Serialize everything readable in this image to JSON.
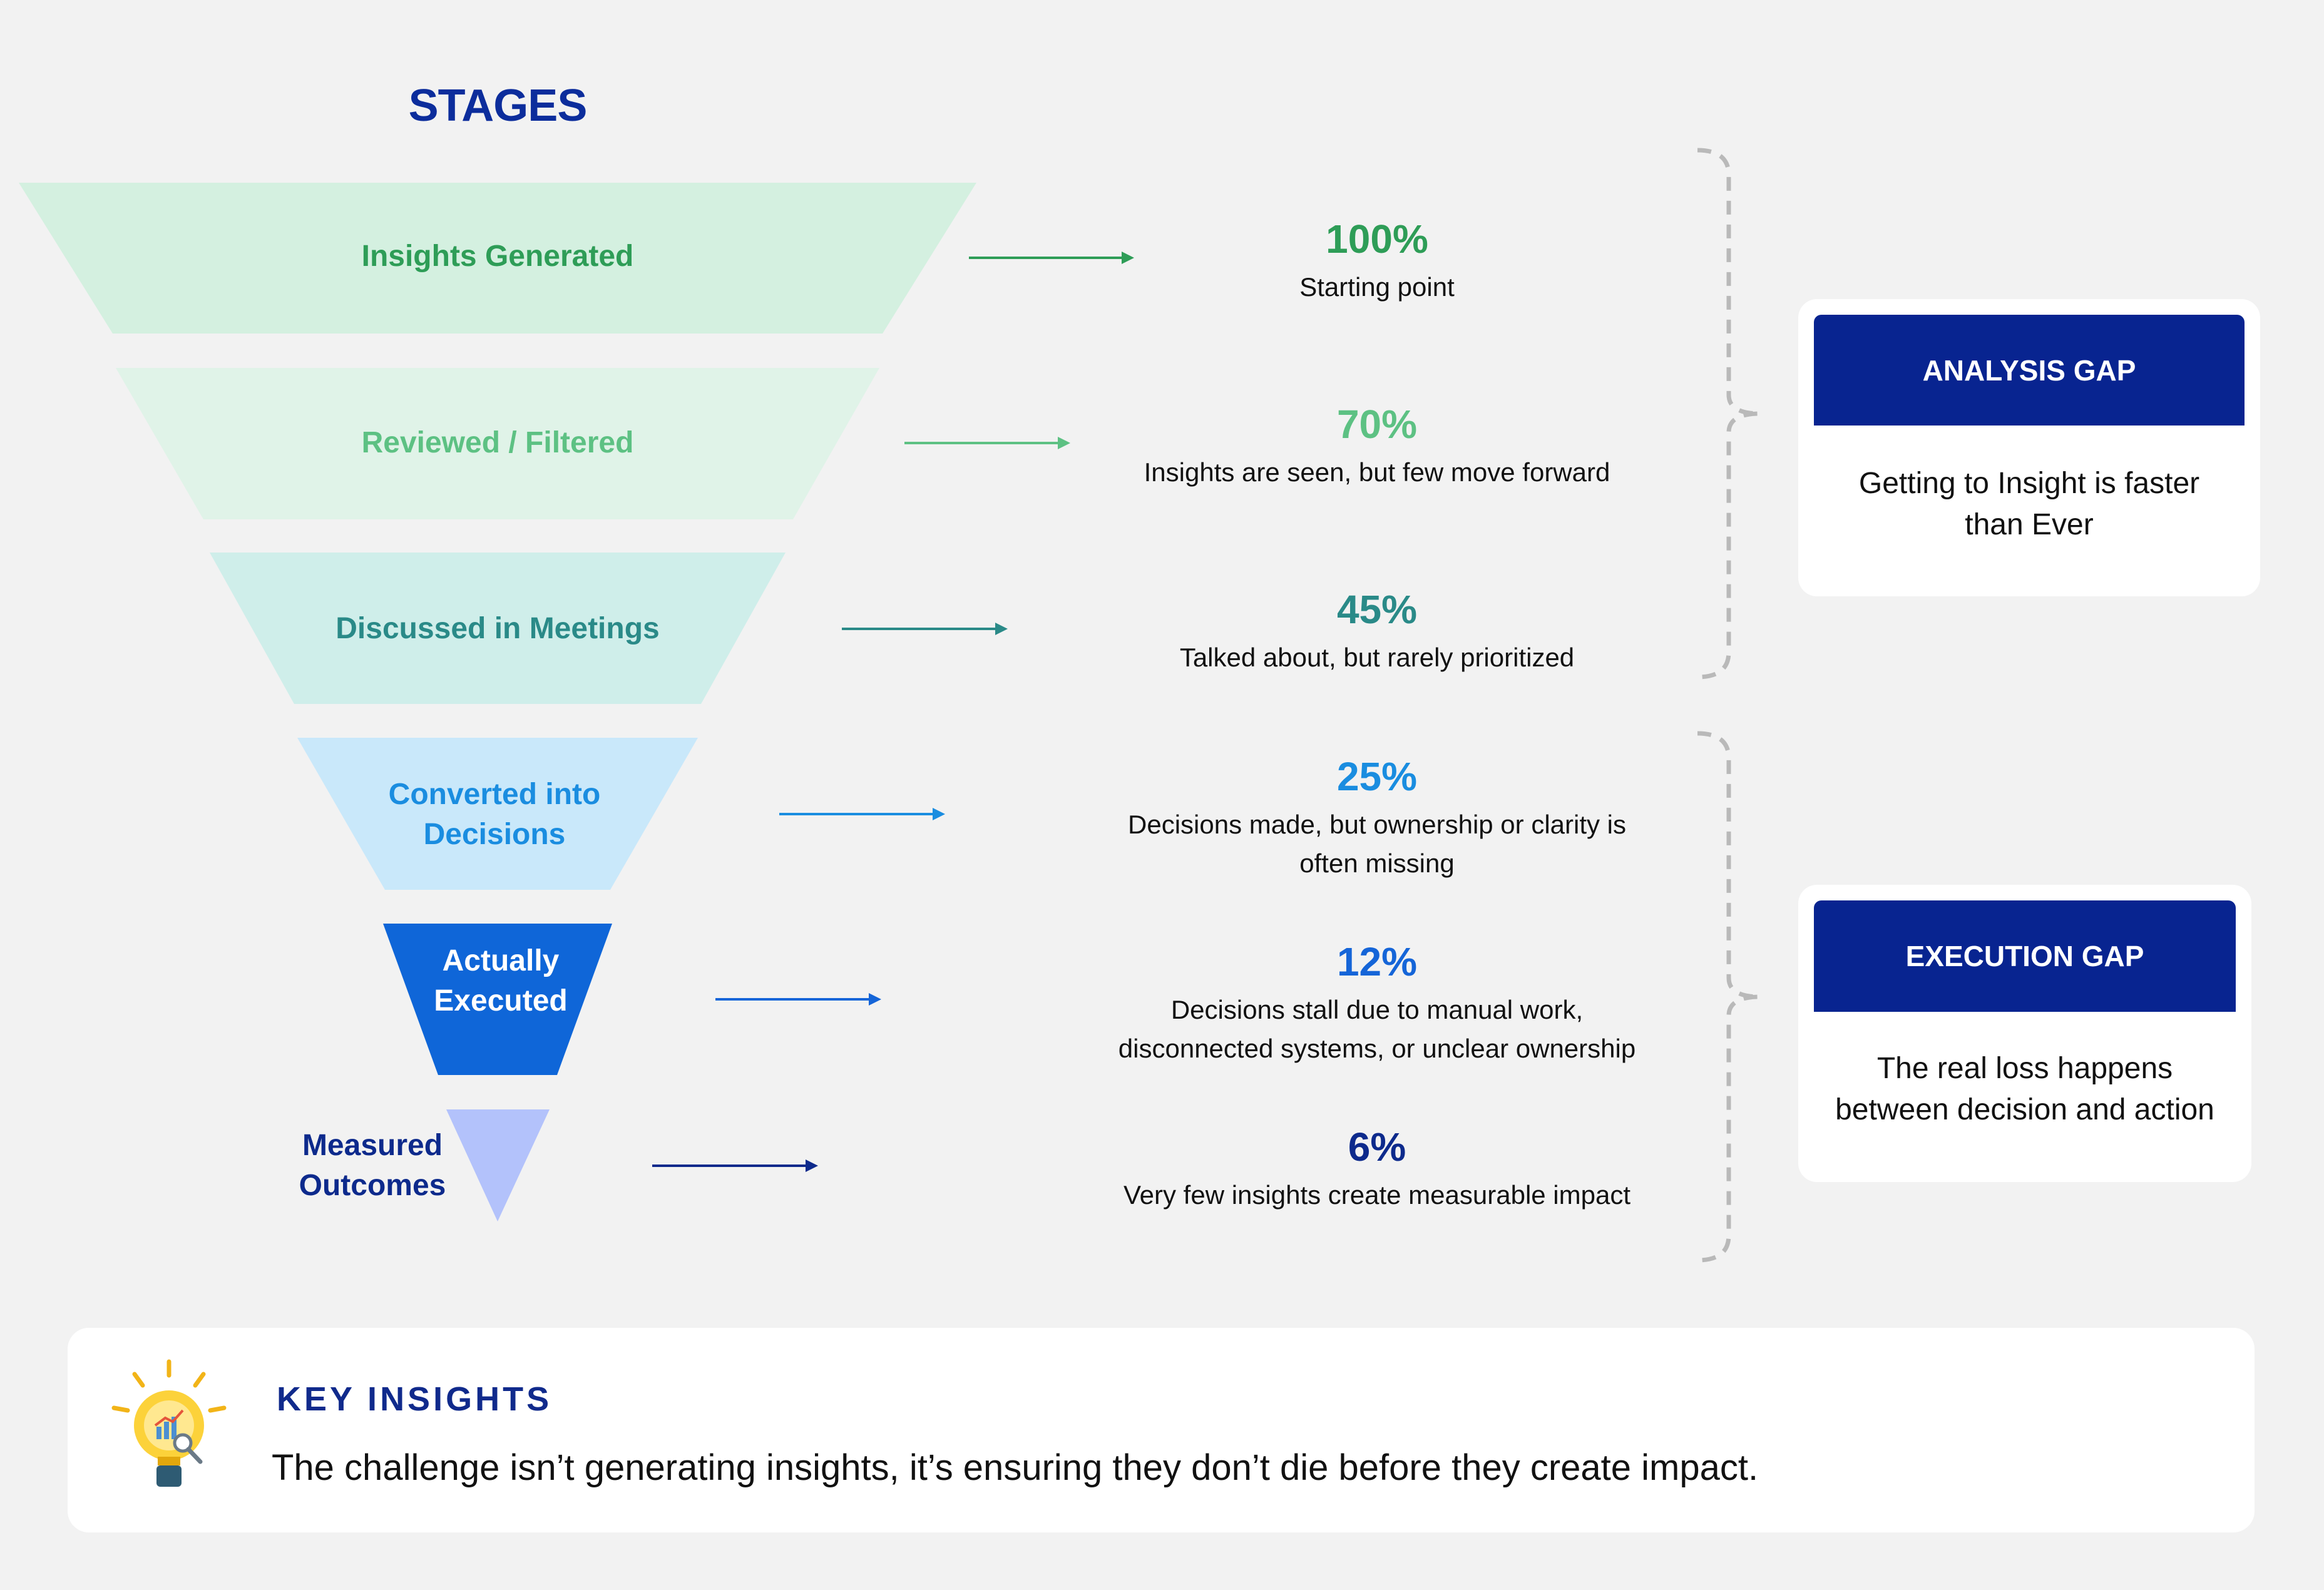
{
  "title": "STAGES",
  "stages": [
    {
      "label_lines": [
        "Insights Generated"
      ],
      "percent": "100%",
      "desc_lines": [
        "Starting point"
      ],
      "color": "#2e9d57",
      "fill": "#d4f0e0"
    },
    {
      "label_lines": [
        "Reviewed / Filtered"
      ],
      "percent": "70%",
      "desc_lines": [
        "Insights are seen, but few move forward"
      ],
      "color": "#5dc183",
      "fill": "#e0f3e8"
    },
    {
      "label_lines": [
        "Discussed in Meetings"
      ],
      "percent": "45%",
      "desc_lines": [
        "Talked about, but rarely prioritized"
      ],
      "color": "#2a8a88",
      "fill": "#cfeeea"
    },
    {
      "label_lines": [
        "Converted into",
        "Decisions"
      ],
      "percent": "25%",
      "desc_lines": [
        "Decisions made, but ownership or clarity is",
        "often missing"
      ],
      "color": "#1a8de0",
      "fill": "#c9e8fa"
    },
    {
      "label_lines": [
        "Actually",
        "Executed"
      ],
      "percent": "12%",
      "desc_lines": [
        "Decisions stall due to manual work,",
        "disconnected systems, or unclear ownership"
      ],
      "color": "#1565d8",
      "fill": "#0f66d8",
      "label_color": "#ffffff"
    },
    {
      "label_lines": [
        "Measured",
        "Outcomes"
      ],
      "percent": "6%",
      "desc_lines": [
        "Very few insights create measurable impact"
      ],
      "color": "#0d2a8c",
      "fill": "#b3c2fb"
    }
  ],
  "gaps": [
    {
      "title": "ANALYSIS GAP",
      "body_lines": [
        "Getting to Insight is faster",
        "than Ever"
      ]
    },
    {
      "title": "EXECUTION GAP",
      "body_lines": [
        "The real loss happens",
        "between decision and action"
      ]
    }
  ],
  "key_insights": {
    "title": "KEY INSIGHTS",
    "text": "The challenge isn’t generating insights, it’s ensuring they don’t die before they create impact.",
    "icon": "lightbulb-chart-icon"
  },
  "colors": {
    "title": "#0c2d9c",
    "gap_header": "#082490",
    "bracket": "#b9b9b9",
    "background": "#f2f2f2"
  }
}
